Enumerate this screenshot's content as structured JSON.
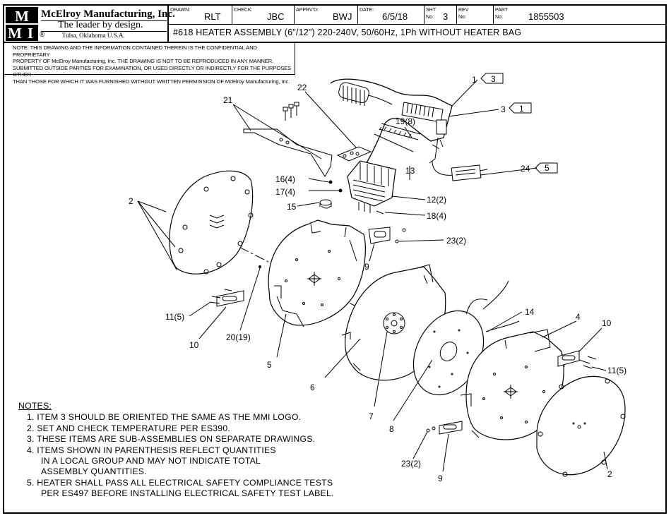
{
  "title_block": {
    "logo_text": [
      "M",
      "M",
      "I"
    ],
    "company": "McElroy Manufacturing, Inc.",
    "tagline": "The leader by design.",
    "registered": "®",
    "city": "Tulsa, Oklahoma U.S.A.",
    "drawn_label": "DRAWN:",
    "drawn_value": "RLT",
    "check_label": "CHECK:",
    "check_value": "JBC",
    "apprvd_label": "APPRV'D:",
    "apprvd_value": "BWJ",
    "date_label": "DATE:",
    "date_value": "6/5/18",
    "sht_label": "SHT",
    "sht_label2": "No:",
    "sht_value": "3",
    "rev_label": "REV",
    "rev_label2": "No:",
    "rev_value": "",
    "part_label": "PART",
    "part_label2": "No:",
    "part_value": "1855503",
    "description": "#618 HEATER ASSEMBLY (6\"/12\") 220-240V, 50/60Hz, 1Ph WITHOUT HEATER BAG"
  },
  "confidential_note": [
    "NOTE: THIS DRAWING AND THE INFORMATION CONTAINED THEREIN IS THE CONFIDENTIAL AND PROPRIETARY",
    "PROPERTY OF McElroy Manufacturing, Inc. THE DRAWING IS NOT TO BE REPRODUCED IN ANY MANNER,",
    "SUBMITTED OUTSIDE PARTIES FOR EXAMINATION, OR USED DIRECTLY OR INDIRECTLY FOR THE PURPOSES OTHER",
    "THAN THOSE FOR WHICH IT WAS FURNISHED WITHOUT WRITTEN PERMISSION OF McElroy Manufacturing, Inc."
  ],
  "callouts": {
    "c1": "1",
    "c1_ref": "3",
    "c3": "3",
    "c3_ref": "1",
    "c24": "24",
    "c24_ref": "5",
    "c21": "21",
    "c22": "22",
    "c19": "19(8)",
    "c13": "13",
    "c16": "16(4)",
    "c17": "17(4)",
    "c15": "15",
    "c12": "12(2)",
    "c18": "18(4)",
    "c2a": "2",
    "c23a": "23(2)",
    "c9a": "9",
    "c11a": "11(5)",
    "c10a": "10",
    "c20": "20(19)",
    "c5": "5",
    "c14": "14",
    "c4": "4",
    "c10b": "10",
    "c11b": "11(5)",
    "c6": "6",
    "c7": "7",
    "c8": "8",
    "c23b": "23(2)",
    "c9b": "9",
    "c2b": "2"
  },
  "notes": {
    "title": "NOTES:",
    "items": [
      "1. ITEM 3 SHOULD BE ORIENTED THE SAME AS THE MMI LOGO.",
      "2. SET AND CHECK TEMPERATURE PER ES390.",
      "3. THESE ITEMS ARE SUB-ASSEMBLIES ON SEPARATE DRAWINGS.",
      "4. ITEMS SHOWN IN PARENTHESIS REFLECT QUANTITIES",
      "IN A LOCAL GROUP AND MAY NOT INDICATE TOTAL",
      "ASSEMBLY QUANTITIES.",
      "5. HEATER SHALL PASS ALL ELECTRICAL SAFETY COMPLIANCE TESTS",
      "PER ES497 BEFORE INSTALLING ELECTRICAL SAFETY TEST LABEL."
    ]
  }
}
